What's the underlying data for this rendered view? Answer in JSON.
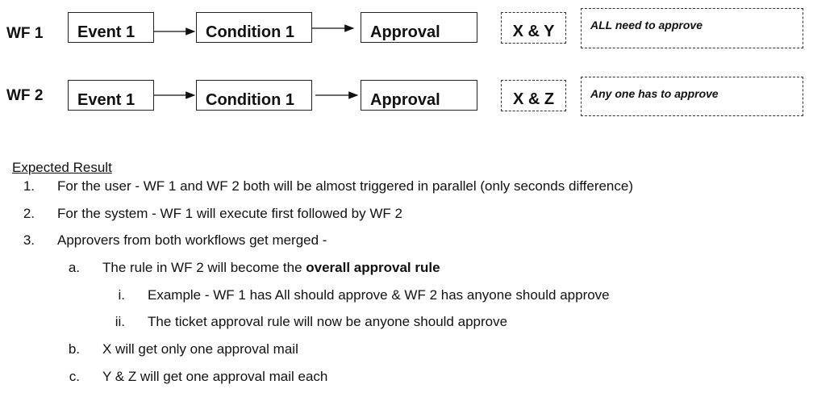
{
  "workflows": [
    {
      "label": "WF 1",
      "event": "Event 1",
      "condition": "Condition 1",
      "approval": "Approval",
      "approvers": "X & Y",
      "rule": "ALL need to approve"
    },
    {
      "label": "WF 2",
      "event": "Event 1",
      "condition": "Condition 1",
      "approval": "Approval",
      "approvers": "X & Z",
      "rule": "Any one has to approve"
    }
  ],
  "result": {
    "heading": "Expected Result",
    "items": [
      {
        "marker": "1.",
        "text": "For the user - WF 1 and WF 2 both will be almost triggered in parallel (only seconds difference)"
      },
      {
        "marker": "2.",
        "text": "For the system - WF 1 will execute first followed by WF 2"
      },
      {
        "marker": "3.",
        "text": "Approvers from both workflows get merged -"
      },
      {
        "marker": "a.",
        "text_before": "The rule in WF 2 will become the ",
        "text_bold": "overall approval rule"
      },
      {
        "marker": "i.",
        "text": "Example - WF 1 has All should approve & WF 2 has anyone should approve"
      },
      {
        "marker": "ii.",
        "text": "The ticket approval rule will now be anyone should approve"
      },
      {
        "marker": "b.",
        "text": "X will get only one approval mail"
      },
      {
        "marker": "c.",
        "text": "Y & Z will get one approval mail each"
      }
    ]
  }
}
